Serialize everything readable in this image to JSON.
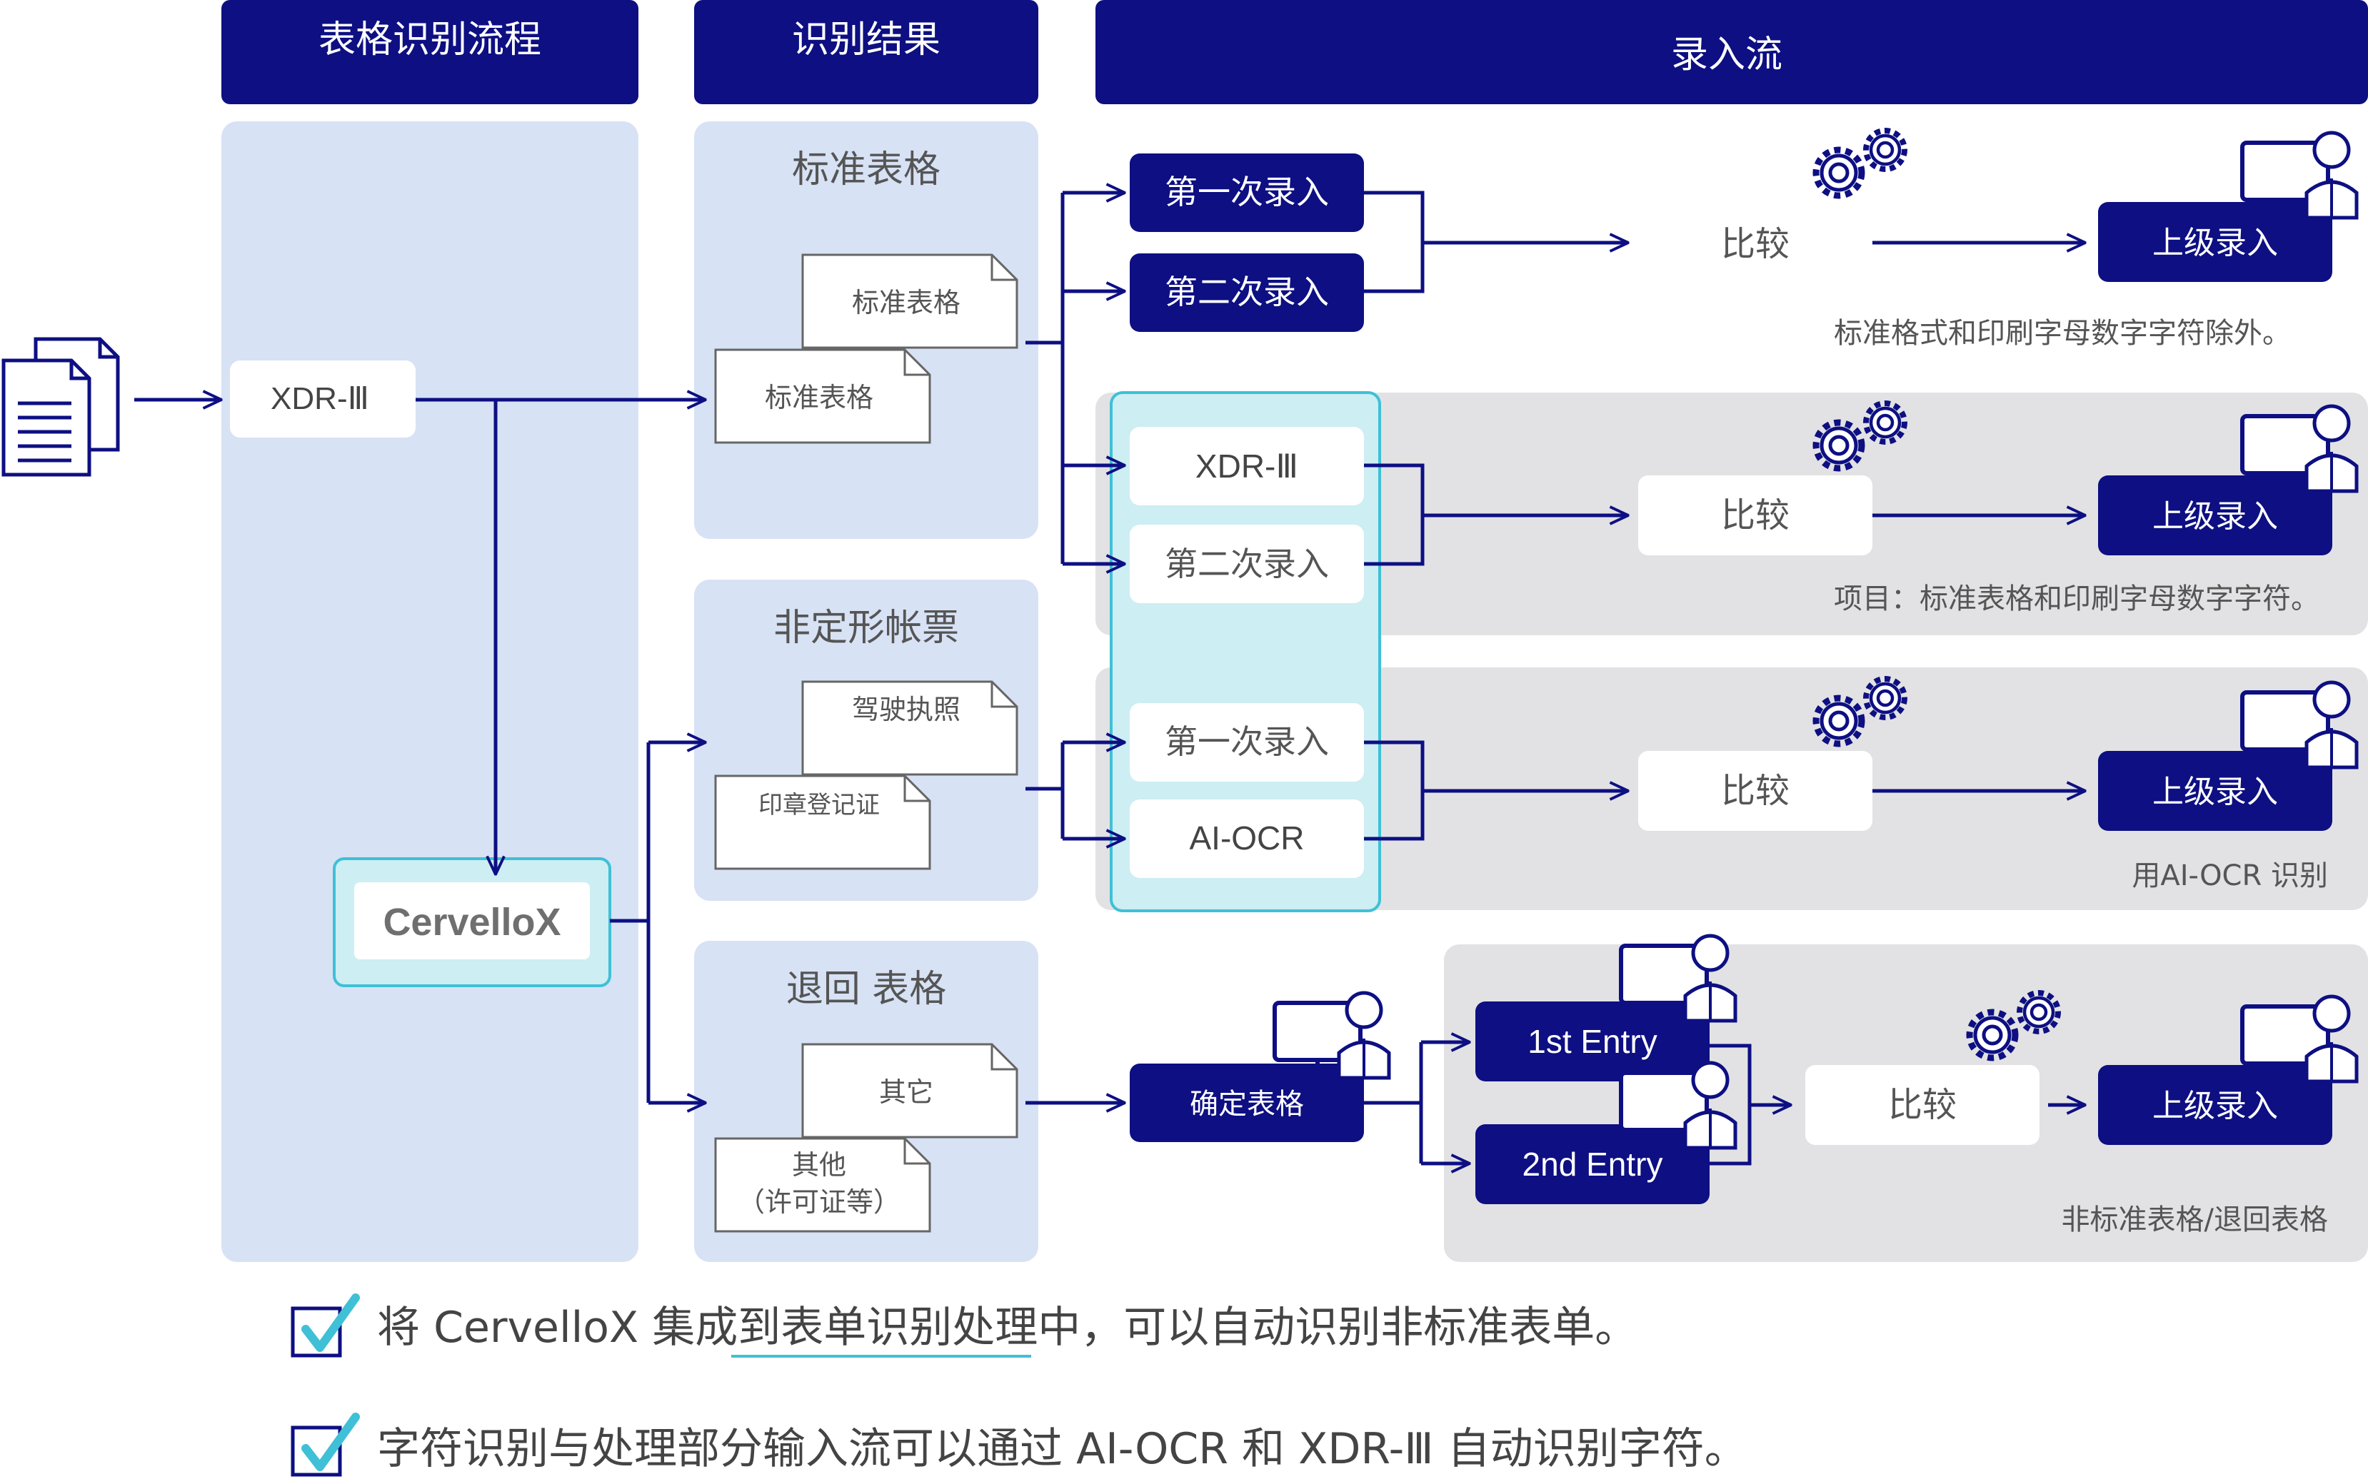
{
  "headers": {
    "process": "表格识别流程",
    "result": "识别结果",
    "flow": "录入流"
  },
  "source": {
    "icon": "document-stack-icon"
  },
  "engines": {
    "xdr": "XDR-Ⅲ",
    "cervellox": "CervelloX"
  },
  "results": [
    {
      "title": "标准表格",
      "docs": [
        "标准表格",
        "标准表格"
      ]
    },
    {
      "title": "非定形帐票",
      "docs": [
        "驾驶执照",
        "印章登记证"
      ]
    },
    {
      "title": "退回 表格",
      "docs": [
        "其它",
        "其他",
        "（许可证等）"
      ]
    }
  ],
  "flows": [
    {
      "inputs": [
        "第一次录入",
        "第二次录入"
      ],
      "compare": "比较",
      "output": "上级录入",
      "note": "标准格式和印刷字母数字字符除外。"
    },
    {
      "inputs": [
        "XDR-Ⅲ",
        "第二次录入"
      ],
      "compare": "比较",
      "output": "上级录入",
      "note": "项目：标准表格和印刷字母数字字符。"
    },
    {
      "inputs": [
        "第一次录入",
        "AI-OCR"
      ],
      "compare": "比较",
      "output": "上级录入",
      "note": "用AI-OCR 识别"
    },
    {
      "confirm": "确定表格",
      "inputs": [
        "1st Entry",
        "2nd Entry"
      ],
      "compare": "比较",
      "output": "上级录入",
      "note": "非标准表格/退回表格"
    }
  ],
  "footer": [
    {
      "icon": "checkbox-checked-icon",
      "text": "将 CervelloX 集成到表单识别处理中，可以自动识别非标准表单。"
    },
    {
      "icon": "checkbox-checked-icon",
      "text": "字符识别与处理部分输入流可以通过 AI-OCR 和 XDR-Ⅲ 自动识别字符。"
    }
  ],
  "colors": {
    "navy": "#0d0f82",
    "panel": "#d8e2f5",
    "gray_panel": "#e2e2e4",
    "cyan": "#9fdfe8",
    "cyan_border": "#3fc0d6",
    "text_gray": "#555555"
  }
}
